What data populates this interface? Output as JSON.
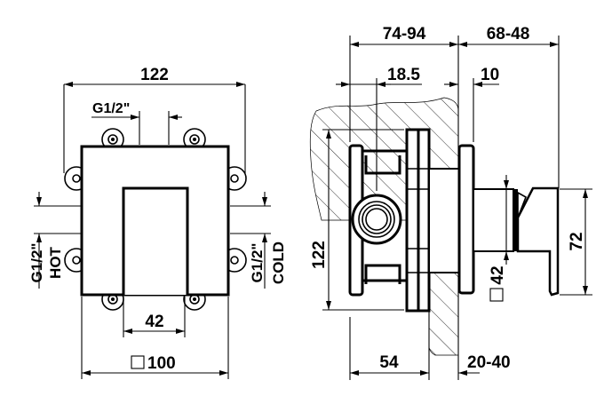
{
  "front_view": {
    "overall_width": "122",
    "connection_top": "G1/2\"",
    "hot_thread": "G1/2\"",
    "hot_label": "HOT",
    "cold_thread": "G1/2\"",
    "cold_label": "COLD",
    "inner_width": "42",
    "plate_size": "100"
  },
  "side_view": {
    "depth_range": "74-94",
    "projection_range": "68-48",
    "offset_1": "18.5",
    "offset_2": "10",
    "height": "122",
    "handle_height": "72",
    "spindle_size": "42",
    "body_depth": "54",
    "wall_range": "20-40"
  }
}
